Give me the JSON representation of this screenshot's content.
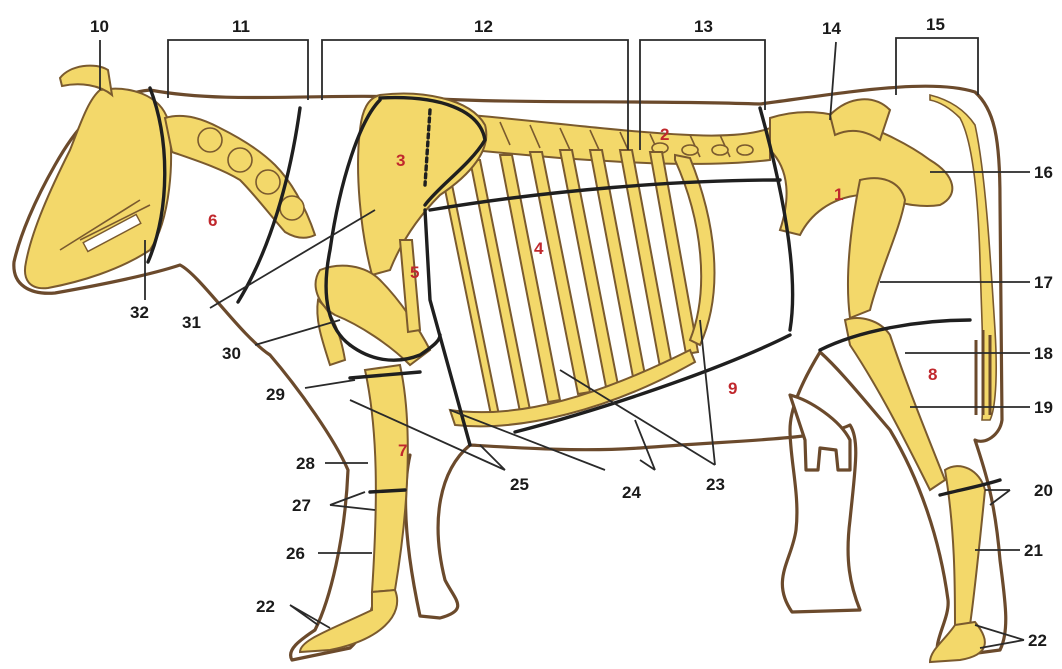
{
  "colors": {
    "bone": "#f3d86a",
    "outline": "#6b4a2c",
    "cut_line": "#1f1f1f",
    "label": "#1a1a1a",
    "region_label": "#c0282d"
  },
  "labels": {
    "n10": "10",
    "n11": "11",
    "n12": "12",
    "n13": "13",
    "n14": "14",
    "n15": "15",
    "n16": "16",
    "n17": "17",
    "n18": "18",
    "n19": "19",
    "n20": "20",
    "n21": "21",
    "n22a": "22",
    "n22b": "22",
    "n23": "23",
    "n24": "24",
    "n25": "25",
    "n26": "26",
    "n27": "27",
    "n28": "28",
    "n29": "29",
    "n30": "30",
    "n31": "31",
    "n32": "32"
  },
  "regions": {
    "r1": "1",
    "r2": "2",
    "r3": "3",
    "r4": "4",
    "r5": "5",
    "r6": "6",
    "r7": "7",
    "r8": "8",
    "r9": "9"
  }
}
